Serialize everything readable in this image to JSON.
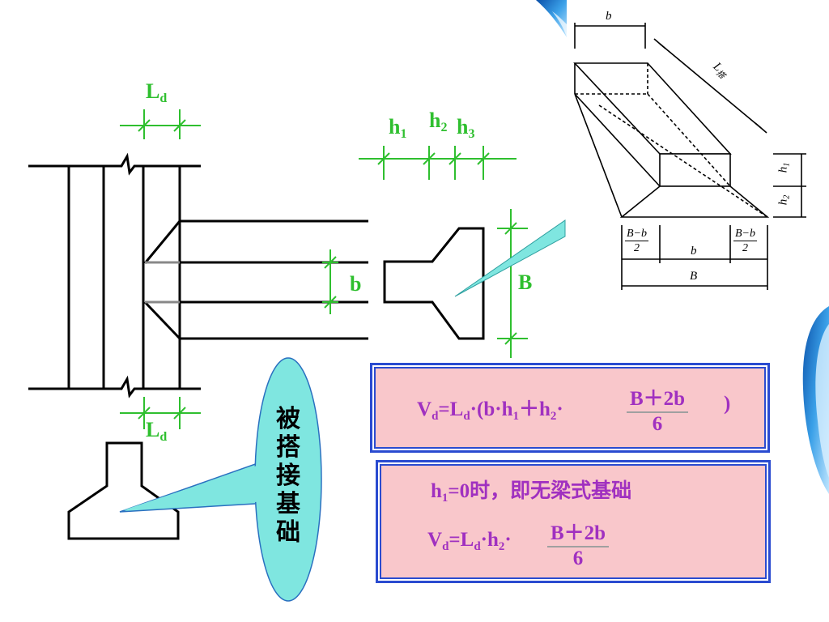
{
  "labels": {
    "ld_top": "L",
    "ld_top_sub": "d",
    "ld_bottom": "L",
    "ld_bottom_sub": "d",
    "h1": "h",
    "h1_sub": "1",
    "h2": "h",
    "h2_sub": "2",
    "h3": "h",
    "h3_sub": "3",
    "b": "b",
    "B": "B"
  },
  "callout": {
    "chars": [
      "被",
      "搭",
      "接",
      "基",
      "础"
    ],
    "color": "#7fe6e0"
  },
  "formula1": {
    "prefix": "V",
    "prefix_sub": "d",
    "mid1": "=L",
    "mid1_sub": "d",
    "mid2": "·(b·h",
    "mid2_sub": "1",
    "mid3": "＋h",
    "mid3_sub": "2",
    "mid4": "·",
    "numerator": "B＋2b",
    "denominator": "6",
    "suffix": ")"
  },
  "formula2": {
    "line1": "h",
    "line1_sub": "1",
    "line1_rest": "=0时，即无梁式基础",
    "prefix": "V",
    "prefix_sub": "d",
    "mid1": "=L",
    "mid1_sub": "d",
    "mid2": "·h",
    "mid2_sub": "2",
    "mid3": "·",
    "numerator": "B＋2b",
    "denominator": "6"
  },
  "iso": {
    "b_top": "b",
    "L": "L",
    "L_sub": "搭",
    "h1": "h",
    "h1_sub": "1",
    "h2": "h",
    "h2_sub": "2",
    "frac_left_num": "B−b",
    "frac_left_den": "2",
    "b_bottom": "b",
    "frac_right_num": "B−b",
    "frac_right_den": "2",
    "B_bottom": "B"
  },
  "colors": {
    "dimension_green": "#2fbf2f",
    "formula_purple": "#a030c0",
    "box_fill": "#f9c7cb",
    "box_border": "#2a4bd0",
    "callout_cyan": "#7fe6e0"
  }
}
